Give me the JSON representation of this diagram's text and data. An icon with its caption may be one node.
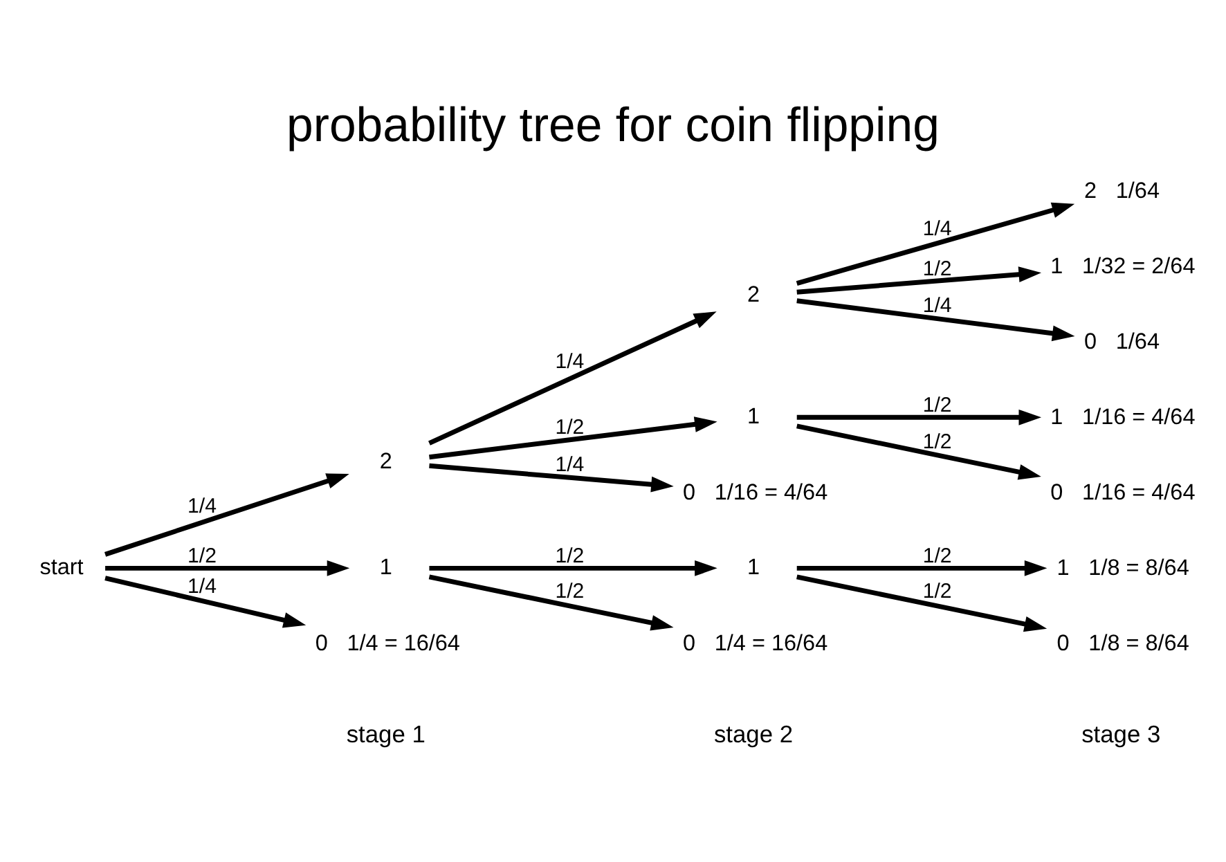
{
  "diagram": {
    "title": "probability tree for coin flipping",
    "nodes": [
      {
        "text": [
          "start"
        ]
      },
      {
        "text": [
          "2"
        ]
      },
      {
        "text": [
          "1"
        ]
      },
      {
        "text": [
          "0"
        ],
        "beside": [
          "1/4 = 16/64"
        ]
      },
      {
        "text": [
          "2"
        ]
      },
      {
        "text": [
          "1"
        ]
      },
      {
        "text": [
          "0"
        ],
        "beside": [
          "1/16 = 4/64"
        ]
      },
      {
        "text": [
          "1"
        ]
      },
      {
        "text": [
          "0"
        ],
        "beside": [
          "1/4 = 16/64"
        ]
      },
      {
        "text": [
          "2"
        ],
        "beside": [
          "1/64"
        ]
      },
      {
        "text": [
          "1"
        ],
        "beside": [
          "1/32 = 2/64"
        ]
      },
      {
        "text": [
          "0"
        ],
        "beside": [
          "1/64"
        ]
      },
      {
        "text": [
          "1"
        ],
        "beside": [
          "1/16 = 4/64"
        ]
      },
      {
        "text": [
          "0"
        ],
        "beside": [
          "1/16 = 4/64"
        ]
      },
      {
        "text": [
          "1"
        ],
        "beside": [
          "1/8 = 8/64"
        ]
      },
      {
        "text": [
          "0"
        ],
        "beside": [
          "1/8 = 8/64"
        ]
      }
    ],
    "edges": [
      {
        "from": 0,
        "to": 1,
        "arrow": "to",
        "label": "1/4"
      },
      {
        "from": 0,
        "to": 2,
        "arrow": "to",
        "label": "1/2"
      },
      {
        "from": 0,
        "to": 3,
        "arrow": "to",
        "label": "1/4"
      },
      {
        "from": 1,
        "to": 4,
        "arrow": "to",
        "label": "1/4"
      },
      {
        "from": 1,
        "to": 5,
        "arrow": "to",
        "label": "1/2"
      },
      {
        "from": 1,
        "to": 6,
        "arrow": "to",
        "label": "1/4"
      },
      {
        "from": 2,
        "to": 7,
        "arrow": "to",
        "label": "1/2"
      },
      {
        "from": 2,
        "to": 8,
        "arrow": "to",
        "label": "1/2"
      },
      {
        "from": 4,
        "to": 9,
        "arrow": "to",
        "label": "1/4"
      },
      {
        "from": 4,
        "to": 10,
        "arrow": "to",
        "label": "1/2"
      },
      {
        "from": 4,
        "to": 11,
        "arrow": "to",
        "label": "1/4"
      },
      {
        "from": 5,
        "to": 12,
        "arrow": "to",
        "label": "1/2"
      },
      {
        "from": 5,
        "to": 13,
        "arrow": "to",
        "label": "1/2"
      },
      {
        "from": 7,
        "to": 14,
        "arrow": "to",
        "label": "1/2"
      },
      {
        "from": 7,
        "to": 15,
        "arrow": "to",
        "label": "1/2"
      }
    ],
    "labels": [
      "stage 1",
      "stage 2",
      "stage 3"
    ]
  }
}
